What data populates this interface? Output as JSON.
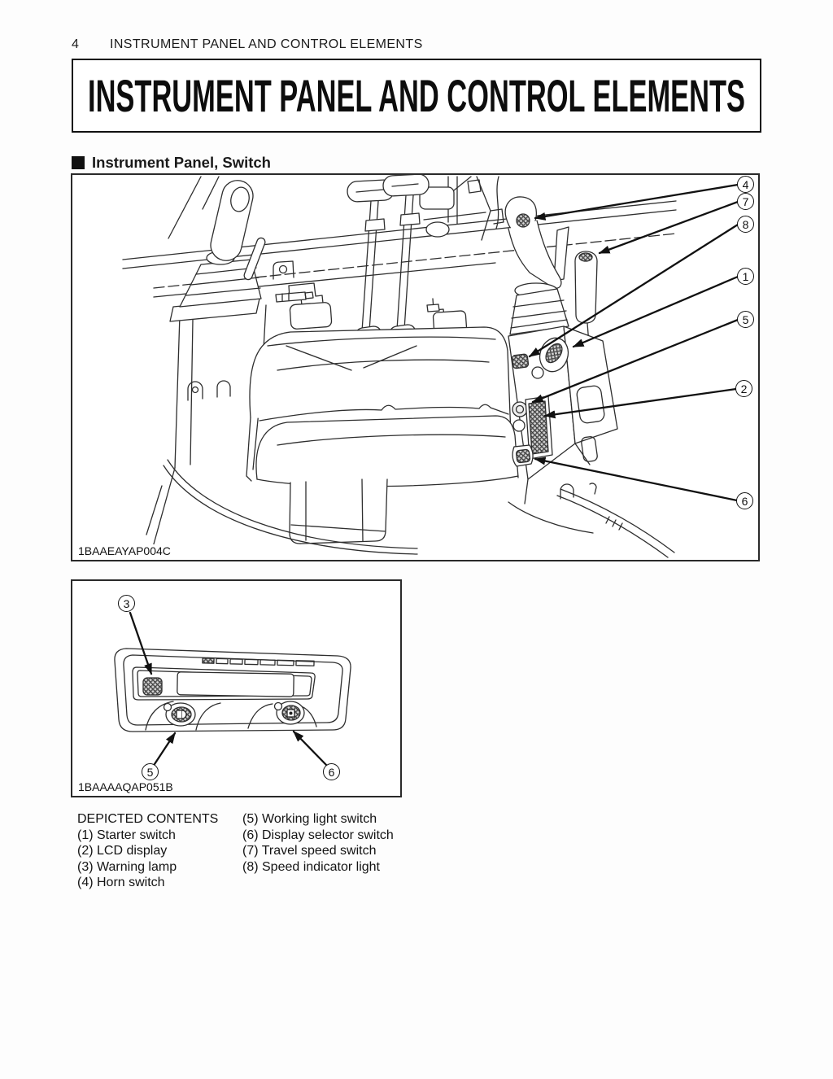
{
  "page": {
    "number": "4",
    "running_header": "INSTRUMENT PANEL AND CONTROL ELEMENTS",
    "title": "INSTRUMENT PANEL AND CONTROL ELEMENTS",
    "section_heading": "Instrument Panel, Switch"
  },
  "colors": {
    "ink": "#1a1a1a",
    "paper": "#ffffff"
  },
  "figure1": {
    "image_code": "1BAAEAYAP004C",
    "callouts": [
      {
        "label": "4"
      },
      {
        "label": "7"
      },
      {
        "label": "8"
      },
      {
        "label": "1"
      },
      {
        "label": "5"
      },
      {
        "label": "2"
      },
      {
        "label": "6"
      }
    ]
  },
  "figure2": {
    "image_code": "1BAAAAQAP051B",
    "callouts": [
      {
        "label": "3"
      },
      {
        "label": "5"
      },
      {
        "label": "6"
      }
    ]
  },
  "legend": {
    "title": "DEPICTED CONTENTS",
    "col1": [
      "(1) Starter switch",
      "(2) LCD display",
      "(3) Warning lamp",
      "(4) Horn switch"
    ],
    "col2": [
      "(5) Working light switch",
      "(6) Display selector switch",
      "(7) Travel speed switch",
      "(8) Speed indicator light"
    ]
  }
}
